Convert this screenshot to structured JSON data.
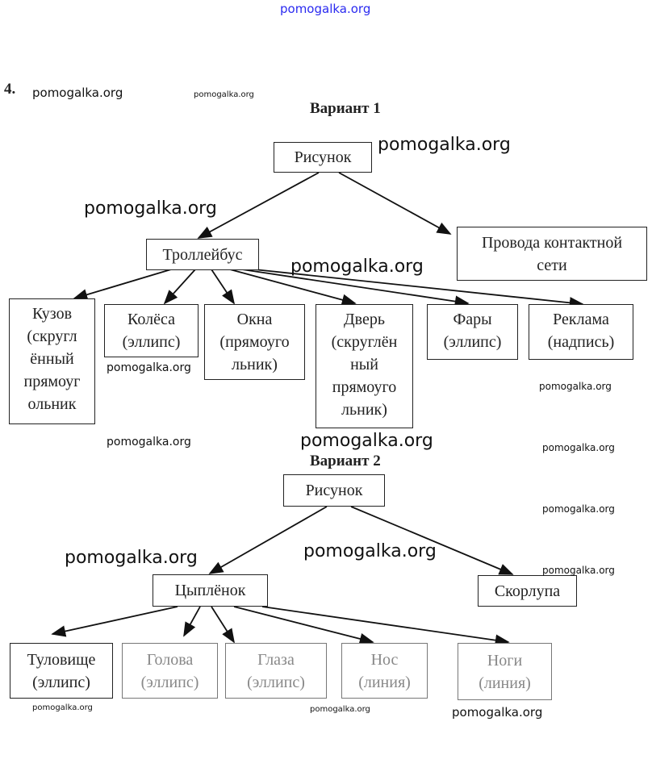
{
  "site_header": "pomogalka.org",
  "task_number": "4.",
  "variant1": {
    "title": "Вариант 1",
    "root": "Рисунок",
    "wires": [
      "Провода контактной",
      "сети"
    ],
    "trolleybus": "Троллейбус",
    "children": [
      [
        "Кузов",
        "(скругл",
        "ённый",
        "прямоуг",
        "ольник"
      ],
      [
        "Колёса",
        "(эллипс)"
      ],
      [
        "Окна",
        "(прямоуго",
        "льник)"
      ],
      [
        "Дверь",
        "(скруглён",
        "ный",
        "прямоуго",
        "льник)"
      ],
      [
        "Фары",
        "(эллипс)"
      ],
      [
        "Реклама",
        "(надпись)"
      ]
    ]
  },
  "variant2": {
    "title": "Вариант 2",
    "root": "Рисунок",
    "chick": "Цыплёнок",
    "shell": "Скорлупа",
    "children": [
      [
        "Туловище",
        "(эллипс)"
      ],
      [
        "Голова",
        "(эллипс)"
      ],
      [
        "Глаза",
        "(эллипс)"
      ],
      [
        "Нос",
        "(линия)"
      ],
      [
        "Ноги",
        "(линия)"
      ]
    ]
  },
  "watermark": "pomogalka.org"
}
